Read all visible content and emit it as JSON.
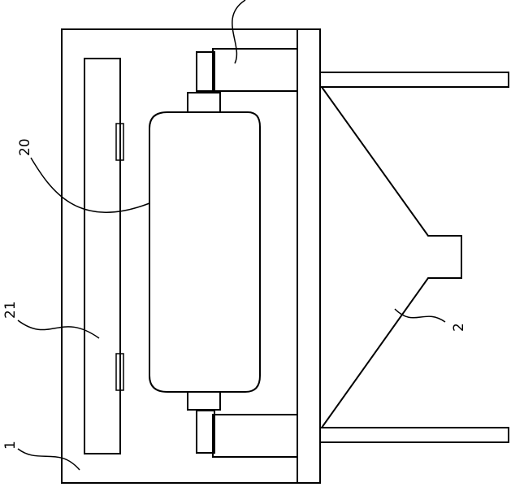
{
  "labels": {
    "l1": "1",
    "l2": "2",
    "l20": "20",
    "l21": "21"
  }
}
